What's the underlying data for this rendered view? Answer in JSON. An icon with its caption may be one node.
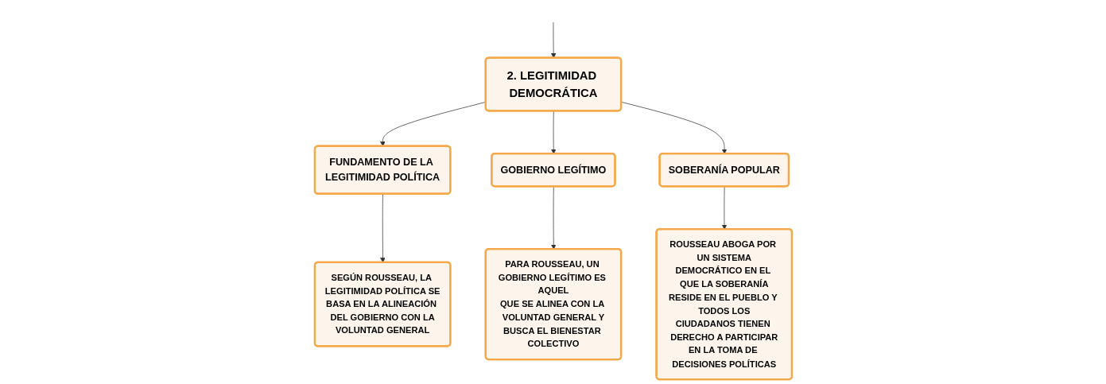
{
  "diagram": {
    "nodes": [
      {
        "text": [
          "2. LEGITIMIDAD DEMOCRÁTICA"
        ]
      },
      {
        "text": [
          "FUNDAMENTO DE LA LEGITIMIDAD POLÍTICA"
        ]
      },
      {
        "text": [
          "GOBIERNO LEGÍTIMO"
        ]
      },
      {
        "text": [
          "SOBERANÍA POPULAR"
        ]
      },
      {
        "text": [
          "SEGÚN ROUSSEAU, LA LEGITIMIDAD POLÍTICA SE BASA EN LA ALINEACIÓN DEL GOBIERNO CON LA VOLUNTAD GENERAL"
        ]
      },
      {
        "text": [
          "PARA ROUSSEAU, UN GOBIERNO LEGÍTIMO ES AQUEL QUE SE ALINEA CON LA VOLUNTAD GENERAL Y BUSCA EL BIENESTAR COLECTIVO"
        ]
      },
      {
        "text": [
          "ROUSSEAU ABOGA POR UN SISTEMA DEMOCRÁTICO EN EL QUE LA SOBERANÍA RESIDE EN EL PUEBLO Y TODOS LOS CIUDADANOS TIENEN DERECHO A PARTICIPAR EN LA TOMA DE DECISIONES POLÍTICAS"
        ]
      }
    ],
    "edges": [
      {
        "from": null,
        "to": 0,
        "arrow": "to"
      },
      {
        "from": 0,
        "to": 1,
        "arrow": "to"
      },
      {
        "from": 0,
        "to": 2,
        "arrow": "to"
      },
      {
        "from": 0,
        "to": 3,
        "arrow": "to"
      },
      {
        "from": 1,
        "to": 4,
        "arrow": "to"
      },
      {
        "from": 2,
        "to": 5,
        "arrow": "to"
      },
      {
        "from": 3,
        "to": 6,
        "arrow": "to"
      }
    ]
  }
}
